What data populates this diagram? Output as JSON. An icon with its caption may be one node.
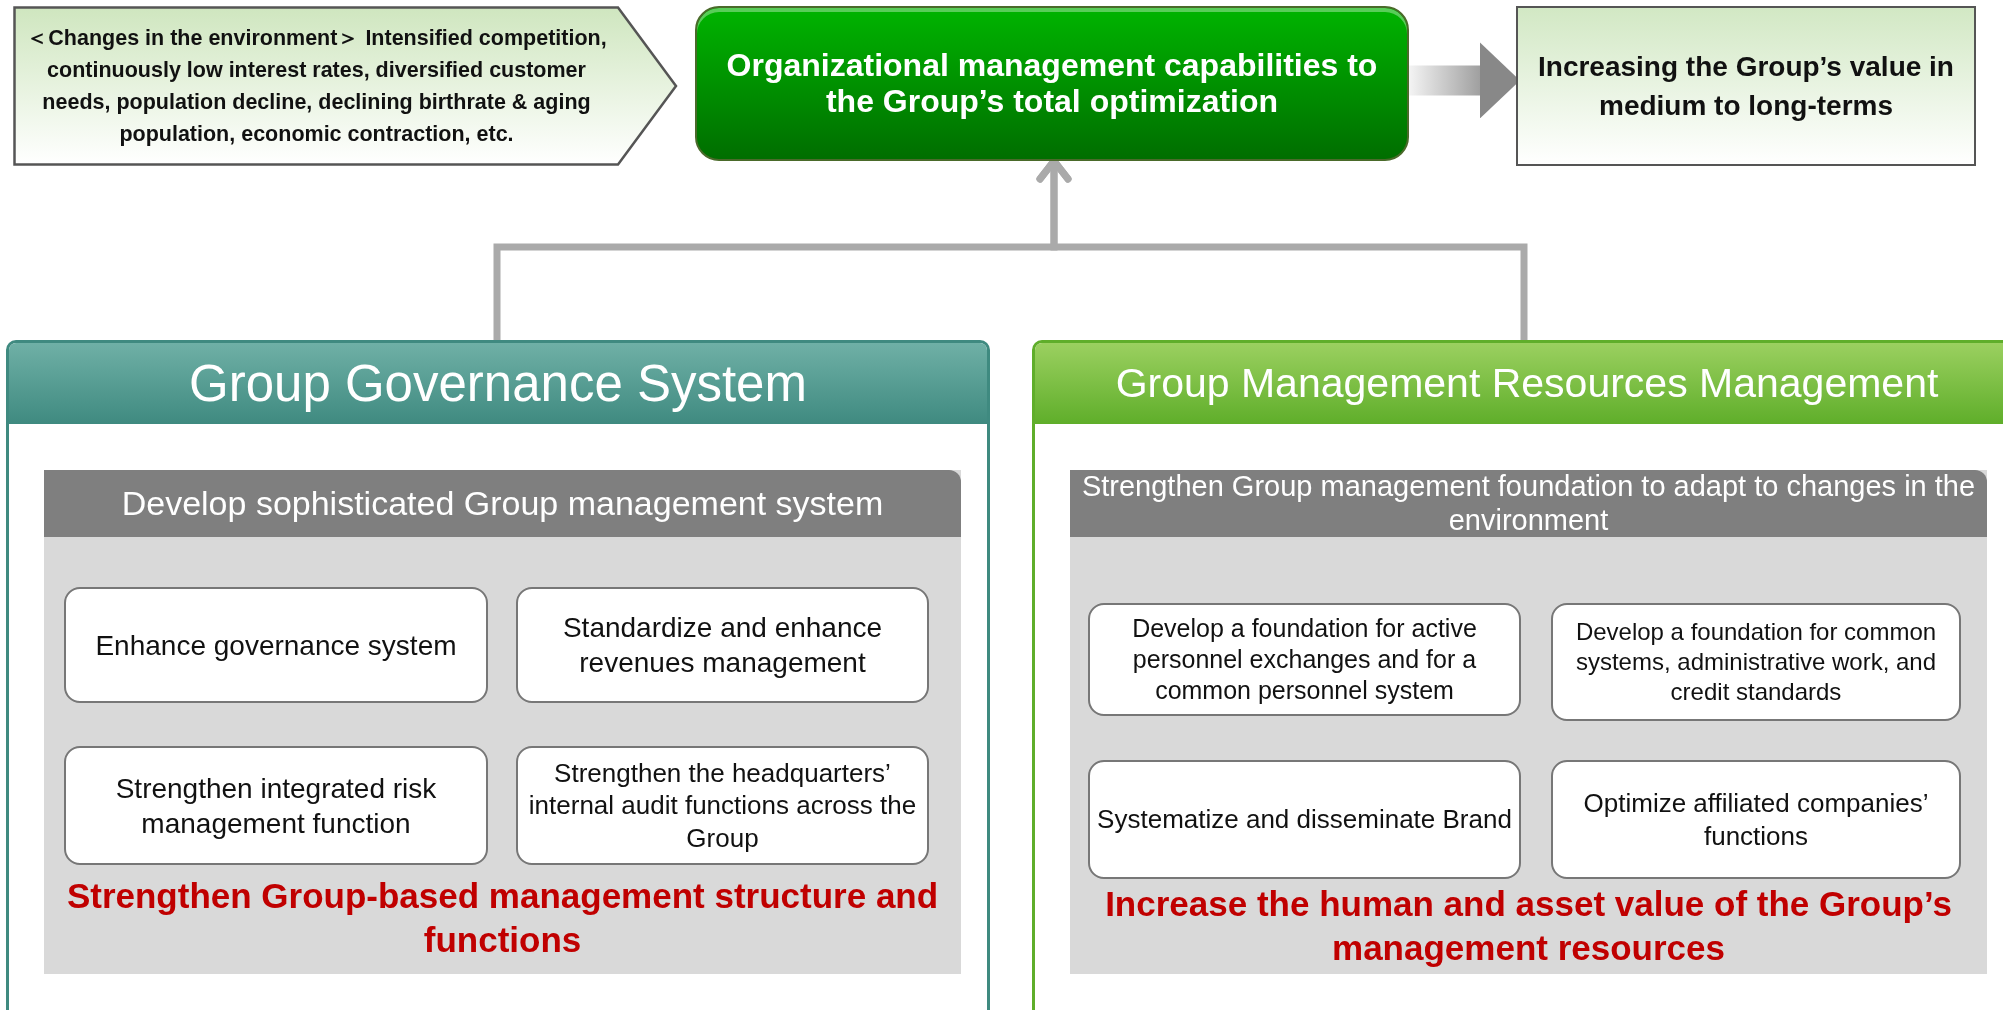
{
  "diagram": {
    "nodes": [
      {
        "text": [
          "＜Changes in the environment＞ Intensified competition, continuously low interest rates, diversified customer needs, population decline, declining birthrate & aging population, economic contraction, etc."
        ]
      },
      {
        "text": [
          "Organizational management capabilities to the Group’s total optimization"
        ]
      },
      {
        "text": [
          "Increasing the Group’s value in medium to long-terms"
        ]
      },
      {
        "text": [
          "Group Governance System"
        ]
      },
      {
        "text": [
          "Develop sophisticated Group management system",
          "Strengthen Group-based management structure and functions"
        ],
        "in": 3
      },
      {
        "text": [
          "Enhance governance system"
        ],
        "in": 4
      },
      {
        "text": [
          "Standardize and enhance revenues management"
        ],
        "in": 4
      },
      {
        "text": [
          "Strengthen integrated risk management function"
        ],
        "in": 4
      },
      {
        "text": [
          "Strengthen the headquarters’ internal audit functions across the Group"
        ],
        "in": 4
      },
      {
        "text": [
          "Group Management Resources Management"
        ]
      },
      {
        "text": [
          "Strengthen Group management foundation to adapt to changes in the environment",
          "Increase the human and asset value of the Group’s management resources"
        ],
        "in": 9
      },
      {
        "text": [
          "Develop a foundation for active personnel exchanges and for a common personnel system"
        ],
        "in": 10
      },
      {
        "text": [
          "Develop a foundation for common systems, administrative work, and credit standards"
        ],
        "in": 10
      },
      {
        "text": [
          "Systematize and disseminate Brand"
        ],
        "in": 10
      },
      {
        "text": [
          "Optimize affiliated companies’ functions"
        ],
        "in": 10
      }
    ],
    "edges": [
      {
        "from": 1,
        "to": 2,
        "arrow": "to",
        "style": "thick"
      },
      {
        "from": 3,
        "to": 1,
        "arrow": "to"
      },
      {
        "from": 9,
        "to": 1,
        "arrow": "to"
      }
    ]
  }
}
